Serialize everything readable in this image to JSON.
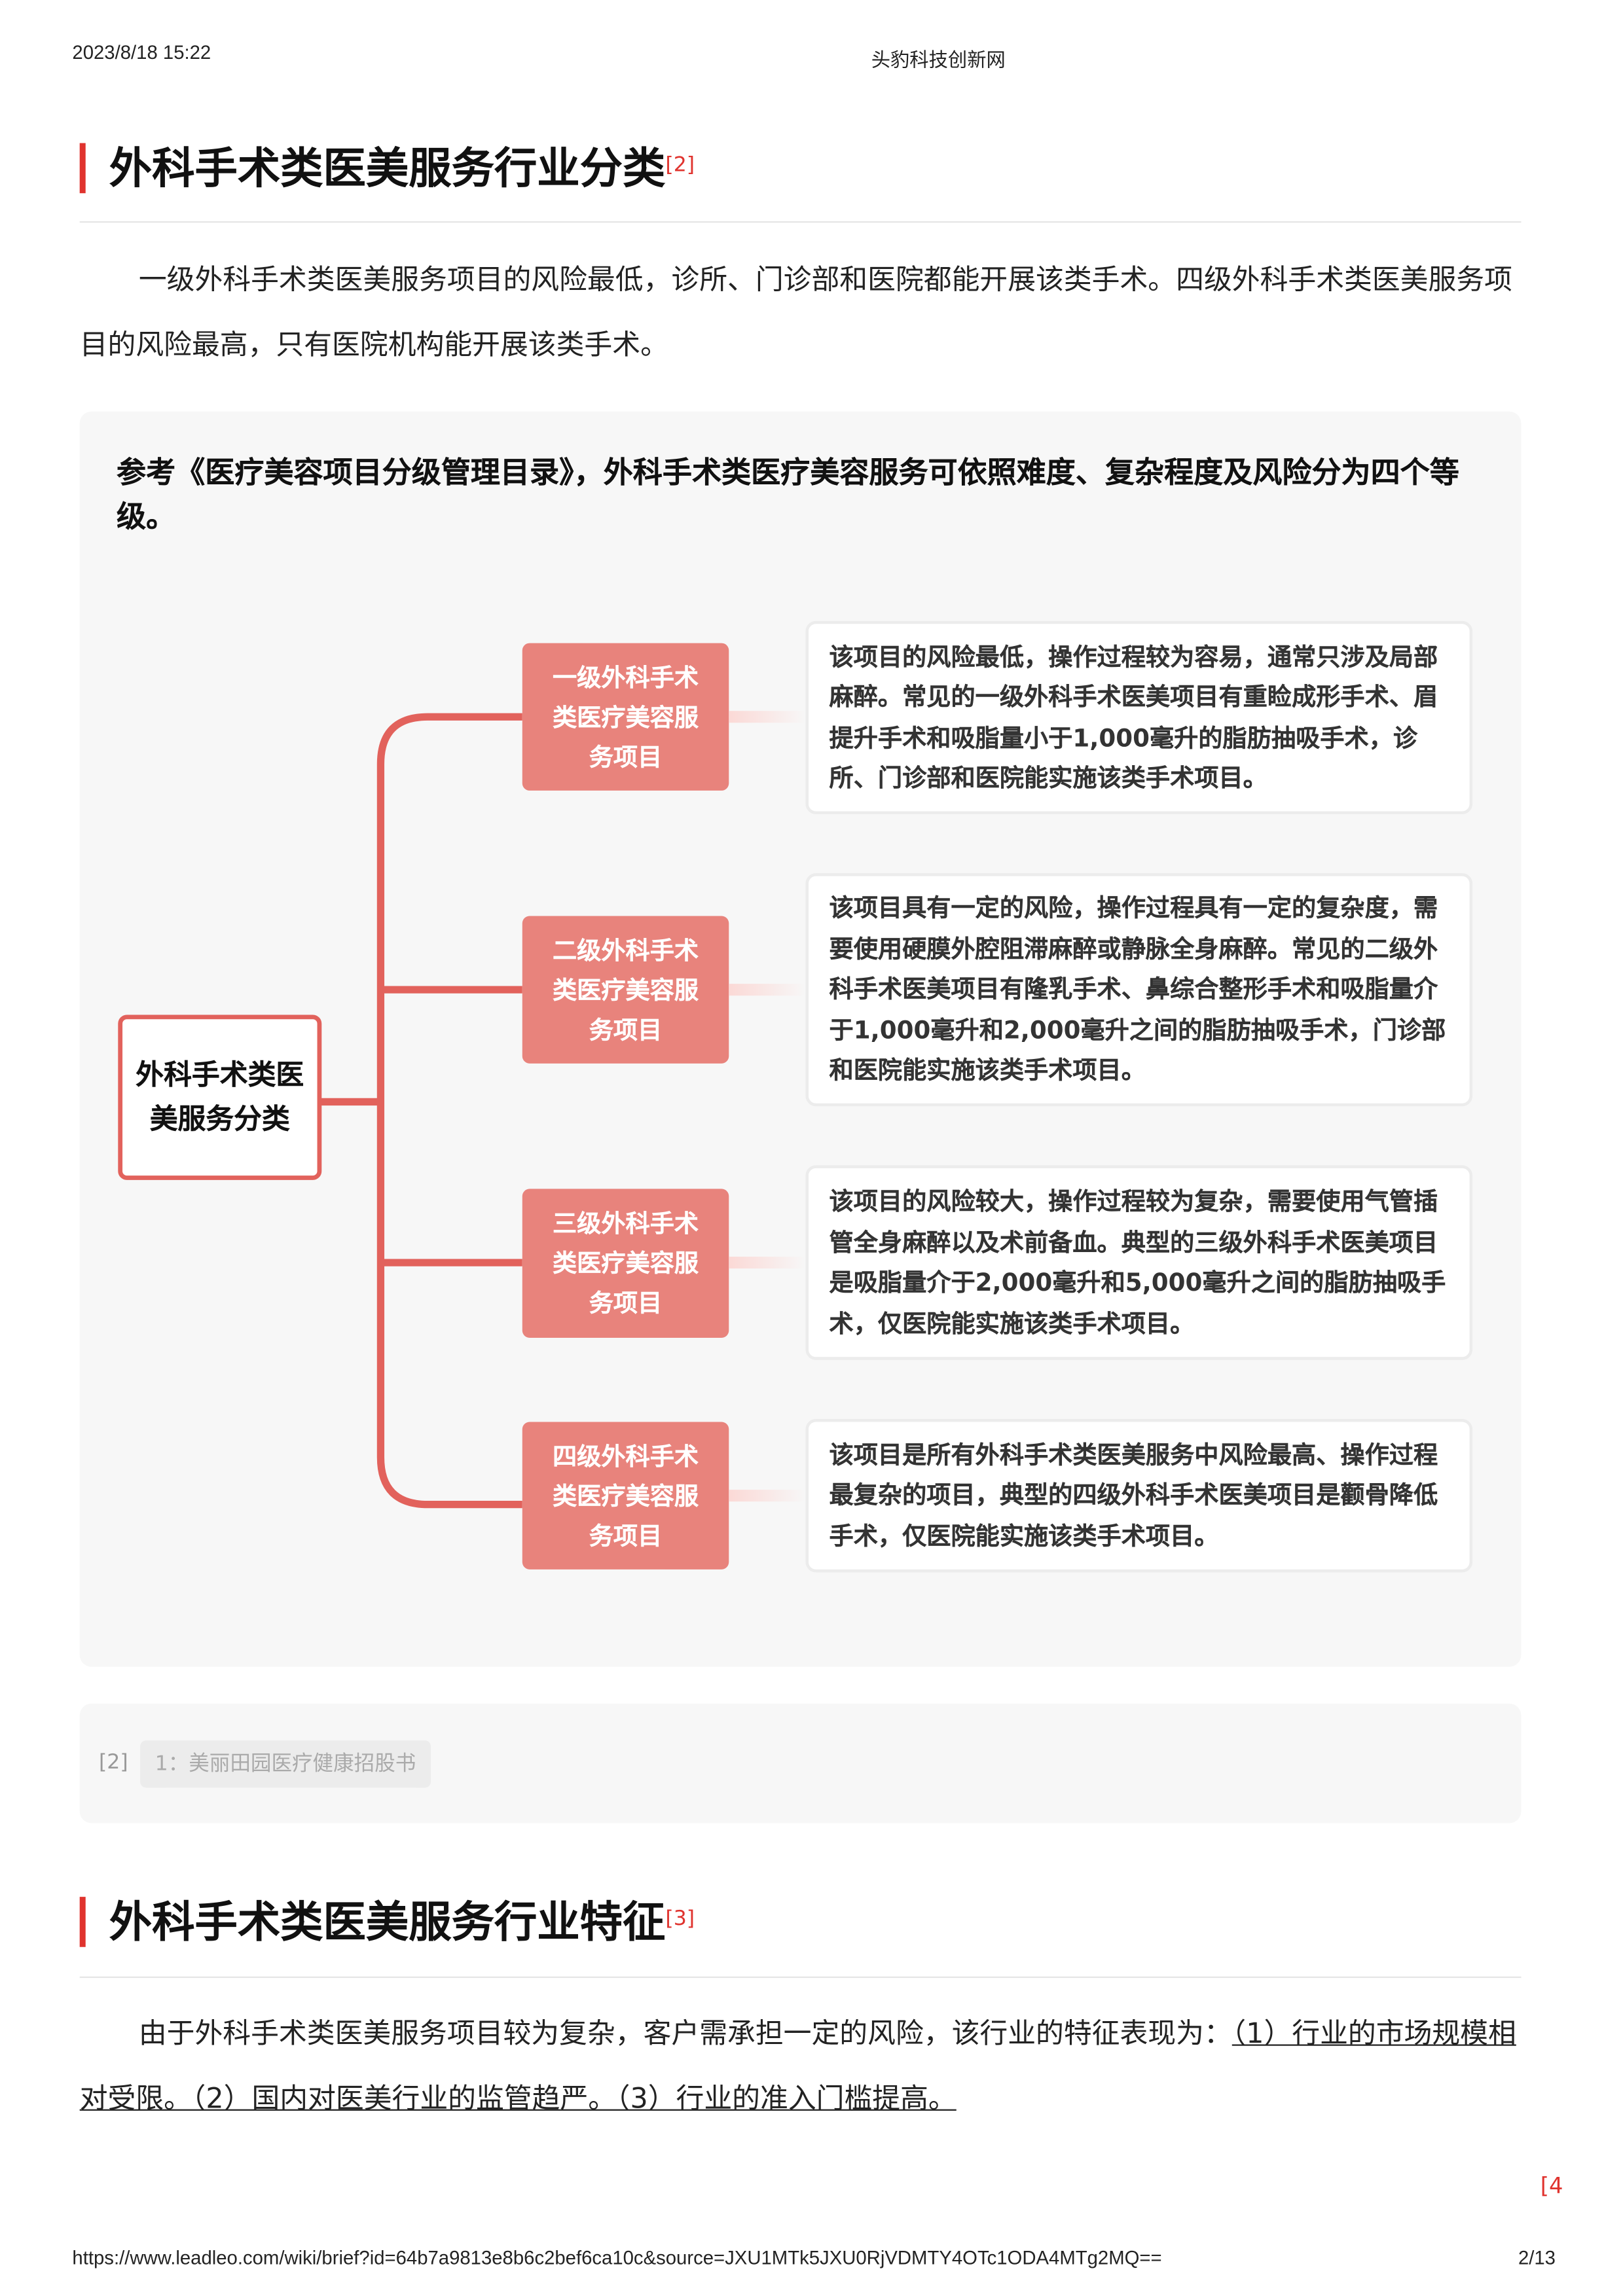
{
  "header": {
    "datetime": "2023/8/18 15:22",
    "site": "头豹科技创新网"
  },
  "section1": {
    "title": "外科手术类医美服务行业分类",
    "ref": "[2]",
    "paragraph": "一级外科手术类医美服务项目的风险最低，诊所、门诊部和医院都能开展该类手术。四级外科手术类医美服务项目的风险最高，只有医院机构能开展该类手术。",
    "diagram": {
      "title": "参考《医疗美容项目分级管理目录》，外科手术类医疗美容服务可依照难度、复杂程度及风险分为四个等级。",
      "root": "外科手术类医美服务分类",
      "branches": [
        {
          "label": "一级外科手术类医疗美容服务项目",
          "desc": "该项目的风险最低，操作过程较为容易，通常只涉及局部麻醉。常见的一级外科手术医美项目有重睑成形手术、眉提升手术和吸脂量小于1,000毫升的脂肪抽吸手术，诊所、门诊部和医院能实施该类手术项目。"
        },
        {
          "label": "二级外科手术类医疗美容服务项目",
          "desc": "该项目具有一定的风险，操作过程具有一定的复杂度，需要使用硬膜外腔阻滞麻醉或静脉全身麻醉。常见的二级外科手术医美项目有隆乳手术、鼻综合整形手术和吸脂量介于1,000毫升和2,000毫升之间的脂肪抽吸手术，门诊部和医院能实施该类手术项目。"
        },
        {
          "label": "三级外科手术类医疗美容服务项目",
          "desc": "该项目的风险较大，操作过程较为复杂，需要使用气管插管全身麻醉以及术前备血。典型的三级外科手术医美项目是吸脂量介于2,000毫升和5,000毫升之间的脂肪抽吸手术，仅医院能实施该类手术项目。"
        },
        {
          "label": "四级外科手术类医疗美容服务项目",
          "desc": "该项目是所有外科手术类医美服务中风险最高、操作过程最复杂的项目，典型的四级外科手术医美项目是颧骨降低手术，仅医院能实施该类手术项目。"
        }
      ]
    },
    "footnote": {
      "ref": "[2]",
      "source": "1：美丽田园医疗健康招股书"
    }
  },
  "section2": {
    "title": "外科手术类医美服务行业特征",
    "ref": "[3]",
    "paragraph_plain": "由于外科手术类医美服务项目较为复杂，客户需承担一定的风险，该行业的特征表现为：",
    "paragraph_underlined": "（1）行业的市场规模相对受限。（2）国内对医美行业的监管趋严。（3）行业的准入门槛提高。",
    "next_ref": "[4"
  },
  "footer": {
    "url": "https://www.leadleo.com/wiki/brief?id=64b7a9813e8b6c2bef6ca10c&source=JXU1MTk5JXU0RjVDMTY4OTc1ODA4MTg2MQ==",
    "page": "2/13"
  },
  "colors": {
    "accent": "#e0332e",
    "node": "#e8837c",
    "line": "#e2625c"
  }
}
